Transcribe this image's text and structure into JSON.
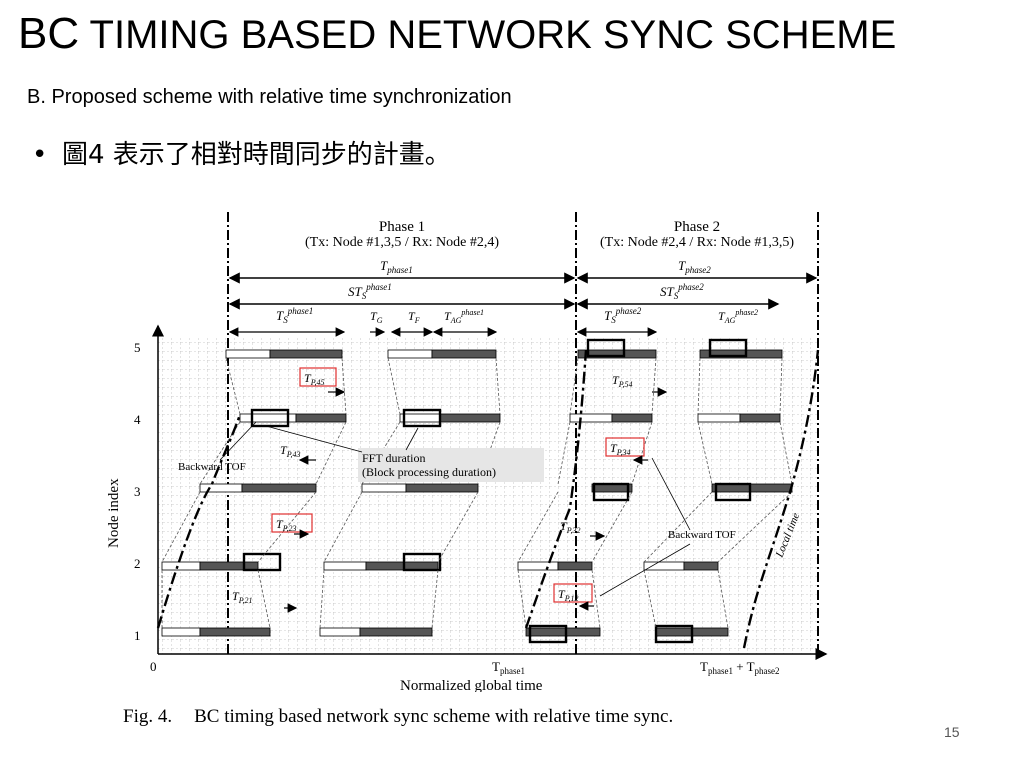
{
  "slide": {
    "title_prefix": "BC",
    "title_rest": "TIMING BASED NETWORK SYNC SCHEME",
    "subtitle": "B. Proposed scheme with relative time synchronization",
    "bullet_marker": "•",
    "bullet_text": "圖4 表示了相對時間同步的計畫。",
    "page_number": "15"
  },
  "figure": {
    "phase1_title": "Phase 1",
    "phase1_desc": "(Tx: Node #1,3,5 / Rx: Node #2,4)",
    "phase2_title": "Phase 2",
    "phase2_desc": "(Tx: Node #2,4 / Rx: Node #1,3,5)",
    "t_phase1": "T",
    "t_phase1_sub": "phase1",
    "t_phase2": "T",
    "t_phase2_sub": "phase2",
    "st_phase1": "ST",
    "st_phase1_sub": "S",
    "st_phase1_sup": "phase1",
    "st_phase2": "ST",
    "st_phase2_sub": "S",
    "st_phase2_sup": "phase2",
    "ts_phase1": "T",
    "ts_phase1_sub": "S",
    "ts_phase1_sup": "phase1",
    "tg": "T",
    "tg_sub": "G",
    "tf": "T",
    "tf_sub": "F",
    "tag_phase1": "T",
    "tag_phase1_sub": "AG",
    "tag_phase1_sup": "phase1",
    "ts_phase2": "T",
    "ts_phase2_sub": "S",
    "ts_phase2_sup": "phase2",
    "tag_phase2": "T",
    "tag_phase2_sub": "AG",
    "tag_phase2_sup": "phase2",
    "tp45": "T",
    "tp45_sub": "P,45",
    "tp43": "T",
    "tp43_sub": "P,43",
    "tp23": "T",
    "tp23_sub": "P,23",
    "tp21": "T",
    "tp21_sub": "P,21",
    "tp54": "T",
    "tp54_sub": "P,54",
    "tp34": "T",
    "tp34_sub": "P,34",
    "tp32": "T",
    "tp32_sub": "P,32",
    "tp12": "T",
    "tp12_sub": "P,12",
    "backward_tof_1": "Backward TOF",
    "backward_tof_2": "Backward TOF",
    "fft_line1": "FFT duration",
    "fft_line2": "(Block processing duration)",
    "local_time": "Local time",
    "y_axis_label": "Node index",
    "y_ticks": [
      "5",
      "4",
      "3",
      "2",
      "1"
    ],
    "x_origin": "0",
    "x_tphase1": "T",
    "x_tphase1_sub": "phase1",
    "x_sum_a": "T",
    "x_sum_a_sub": "phase1",
    "x_sum_plus": " + ",
    "x_sum_b": "T",
    "x_sum_b_sub": "phase2",
    "x_axis_label": "Normalized global time",
    "caption_label": "Fig. 4.",
    "caption_text": "BC timing based network sync scheme with relative time sync."
  }
}
